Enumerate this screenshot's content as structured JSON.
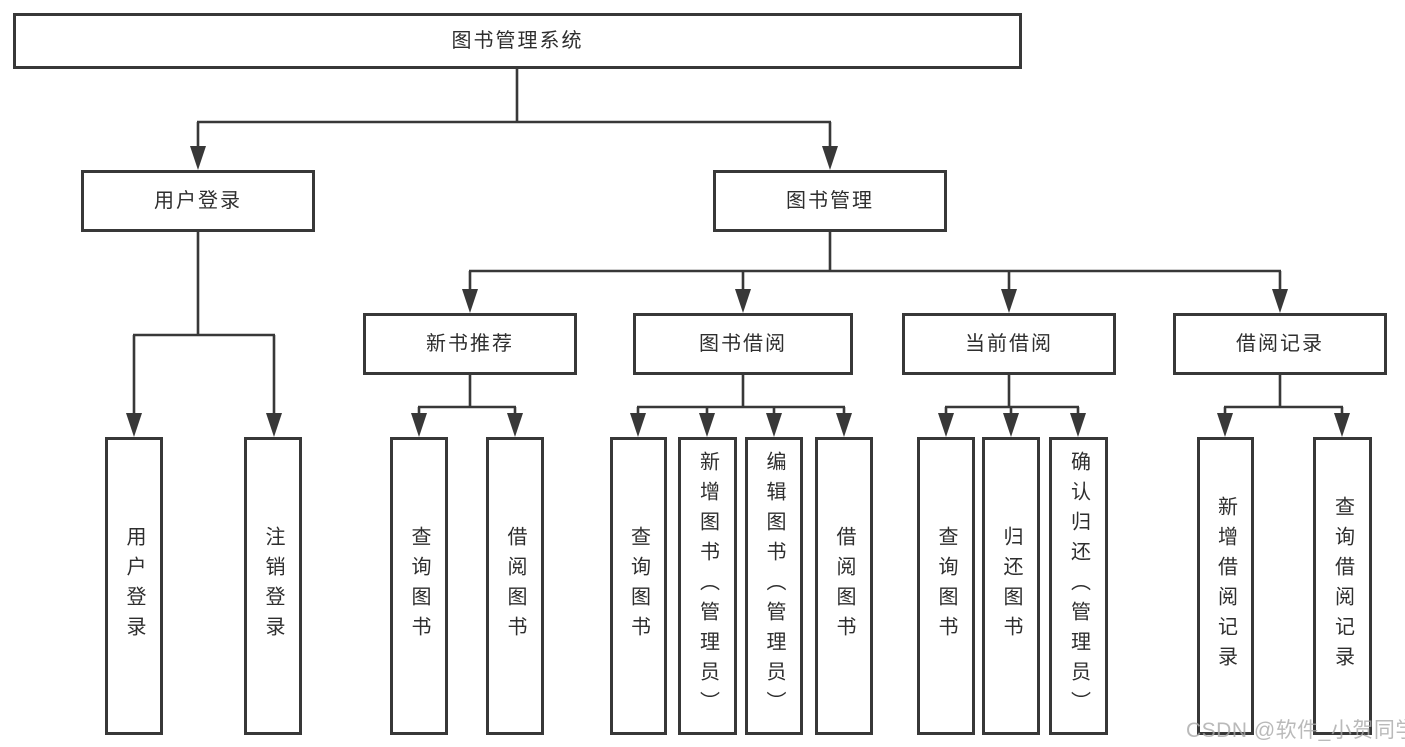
{
  "nodes": {
    "root": "图书管理系统",
    "user_login": "用户登录",
    "book_management": "图书管理",
    "new_book_recommend": "新书推荐",
    "book_borrowing": "图书借阅",
    "current_borrowing": "当前借阅",
    "borrowing_records": "借阅记录",
    "leaf_user_login": "用户登录",
    "leaf_logout": "注销登录",
    "leaf_query_books_recommend": "查询图书",
    "leaf_borrow_books_recommend": "借阅图书",
    "leaf_query_books_borrowing": "查询图书",
    "leaf_add_books_admin": "新增图书（管理员）",
    "leaf_edit_books_admin": "编辑图书（管理员）",
    "leaf_borrow_books_borrowing": "借阅图书",
    "leaf_query_books_current": "查询图书",
    "leaf_return_books": "归还图书",
    "leaf_confirm_return_admin": "确认归还（管理员）",
    "leaf_add_borrow_record": "新增借阅记录",
    "leaf_query_borrow_record": "查询借阅记录"
  },
  "watermark": "CSDN @软件_小贺同学",
  "colors": {
    "line": "#383838",
    "text": "#2e2e2e",
    "background": "#ffffff",
    "watermark": "#a9a9a9"
  }
}
